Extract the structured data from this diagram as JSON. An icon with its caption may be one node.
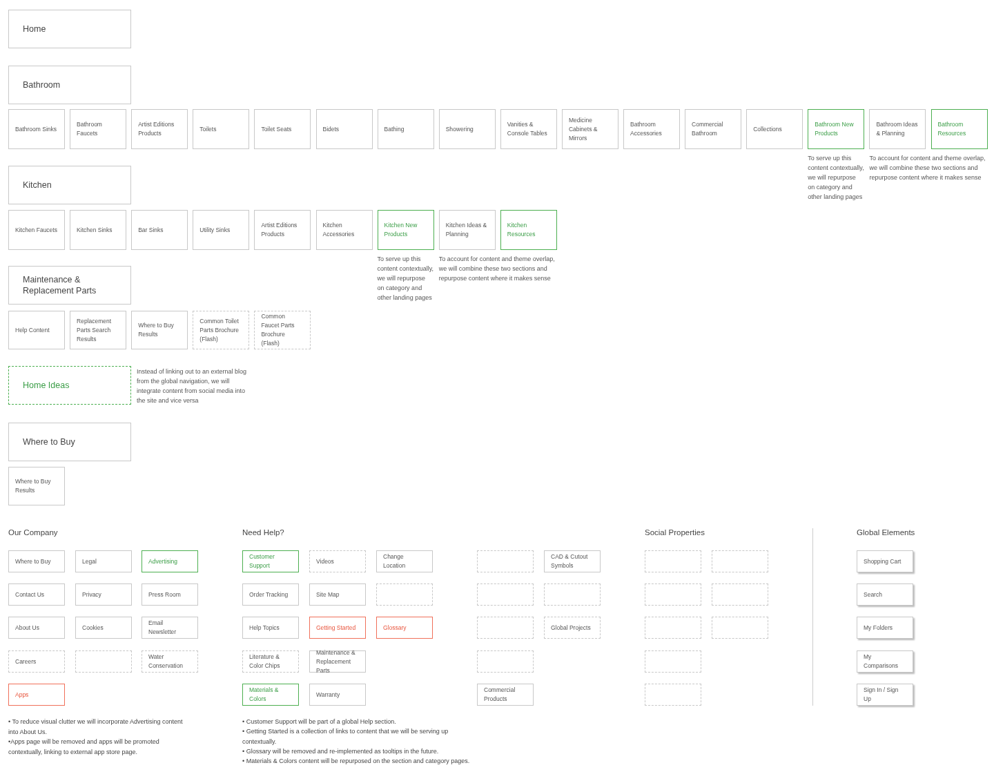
{
  "diagram": {
    "nodes": [
      {
        "text": [
          "Home"
        ]
      },
      {
        "text": [
          "Bathroom"
        ]
      },
      {
        "text": [
          "Bathroom Sinks"
        ]
      },
      {
        "text": [
          "Bathroom Faucets"
        ]
      },
      {
        "text": [
          "Artist Editions Products"
        ]
      },
      {
        "text": [
          "Toilets"
        ]
      },
      {
        "text": [
          "Toilet Seats"
        ]
      },
      {
        "text": [
          "Bidets"
        ]
      },
      {
        "text": [
          "Bathing"
        ]
      },
      {
        "text": [
          "Showering"
        ]
      },
      {
        "text": [
          "Vanities & Console Tables"
        ]
      },
      {
        "text": [
          "Medicine Cabinets & Mirrors"
        ]
      },
      {
        "text": [
          "Bathroom Accessories"
        ]
      },
      {
        "text": [
          "Commercial Bathroom"
        ]
      },
      {
        "text": [
          "Collections"
        ]
      },
      {
        "text": [
          "Bathroom New Products"
        ],
        "beside": [
          "To serve up this content contextually, we will repurpose on category and other landing pages"
        ]
      },
      {
        "text": [
          "Bathroom Ideas & Planning"
        ],
        "beside": [
          "To account for content and theme overlap, we will combine these two sections and repurpose content where it makes sense"
        ]
      },
      {
        "text": [
          "Bathroom Resources"
        ]
      },
      {
        "text": [
          "Kitchen"
        ]
      },
      {
        "text": [
          "Kitchen Faucets"
        ]
      },
      {
        "text": [
          "Kitchen Sinks"
        ]
      },
      {
        "text": [
          "Bar Sinks"
        ]
      },
      {
        "text": [
          "Utility Sinks"
        ]
      },
      {
        "text": [
          "Artist Editions Products"
        ]
      },
      {
        "text": [
          "Kitchen Accessories"
        ]
      },
      {
        "text": [
          "Kitchen New Products"
        ],
        "beside": [
          "To serve up this content contextually, we will repurpose on category and other landing pages"
        ]
      },
      {
        "text": [
          "Kitchen Ideas & Planning"
        ],
        "beside": [
          "To account for content and theme overlap, we will combine these two sections and repurpose content where it makes sense"
        ]
      },
      {
        "text": [
          "Kitchen Resources"
        ]
      },
      {
        "text": [
          "Maintenance & Replacement Parts"
        ]
      },
      {
        "text": [
          "Help Content"
        ]
      },
      {
        "text": [
          "Replacement Parts Search Results"
        ]
      },
      {
        "text": [
          "Where to Buy Results"
        ]
      },
      {
        "text": [
          "Common Toilet Parts Brochure (Flash)"
        ]
      },
      {
        "text": [
          "Common Faucet Parts Brochure (Flash)"
        ]
      },
      {
        "text": [
          "Home Ideas"
        ],
        "beside": [
          "Instead of linking out to an external blog from the global navigation, we will integrate content from social media into the site and vice versa"
        ]
      },
      {
        "text": [
          "Where to Buy"
        ]
      },
      {
        "text": [
          "Where to Buy Results"
        ]
      },
      {
        "text": [
          "Where to Buy"
        ]
      },
      {
        "text": [
          "Legal"
        ]
      },
      {
        "text": [
          "Advertising"
        ]
      },
      {
        "text": [
          "Contact Us"
        ]
      },
      {
        "text": [
          "Privacy"
        ]
      },
      {
        "text": [
          "Press Room"
        ]
      },
      {
        "text": [
          "About Us"
        ]
      },
      {
        "text": [
          "Cookies"
        ]
      },
      {
        "text": [
          "Email Newsletter"
        ]
      },
      {
        "text": [
          "Careers"
        ]
      },
      {
        "text": [],
        "shape": "box"
      },
      {
        "text": [
          "Water Conservation"
        ]
      },
      {
        "text": [
          "Apps"
        ]
      },
      {
        "text": [
          "Customer Support"
        ]
      },
      {
        "text": [
          "Videos"
        ]
      },
      {
        "text": [
          "Change Location"
        ]
      },
      {
        "text": [
          "Order Tracking"
        ]
      },
      {
        "text": [
          "Site Map"
        ]
      },
      {
        "text": [],
        "shape": "box"
      },
      {
        "text": [
          "Help Topics"
        ]
      },
      {
        "text": [
          "Getting Started"
        ]
      },
      {
        "text": [
          "Glossary"
        ]
      },
      {
        "text": [
          "Literature & Color Chips"
        ]
      },
      {
        "text": [
          "Maintenance & Replacement Parts"
        ]
      },
      {
        "text": [
          "Materials & Colors"
        ]
      },
      {
        "text": [
          "Warranty"
        ]
      },
      {
        "text": [],
        "shape": "box"
      },
      {
        "text": [
          "CAD & Cutout Symbols"
        ]
      },
      {
        "text": [],
        "shape": "box"
      },
      {
        "text": [],
        "shape": "box"
      },
      {
        "text": [],
        "shape": "box"
      },
      {
        "text": [
          "Global Projects"
        ]
      },
      {
        "text": [],
        "shape": "box"
      },
      {
        "text": [
          "Commercial Products"
        ]
      },
      {
        "text": [],
        "shape": "box"
      },
      {
        "text": [],
        "shape": "box"
      },
      {
        "text": [],
        "shape": "box"
      },
      {
        "text": [],
        "shape": "box"
      },
      {
        "text": [],
        "shape": "box"
      },
      {
        "text": [],
        "shape": "box"
      },
      {
        "text": [],
        "shape": "box"
      },
      {
        "text": [],
        "shape": "box"
      },
      {
        "text": [
          "Shopping Cart"
        ]
      },
      {
        "text": [
          "Search"
        ]
      },
      {
        "text": [
          "My Folders"
        ]
      },
      {
        "text": [
          "My Comparisons"
        ]
      },
      {
        "text": [
          "Sign In / Sign Up"
        ]
      }
    ],
    "labels": [
      "Our Company",
      "Need Help?",
      "Social Properties",
      "Global Elements",
      "• To reduce visual clutter we will incorporate Advertising content into About Us.",
      "•Apps page will be removed and apps will be promoted contextually, linking to external app store page.",
      "• Customer Support will be part of a global Help section.",
      "• Getting Started is a collection of links to content that we will be serving up contextually.",
      "• Glossary will be removed and re-implemented as tooltips in the future.",
      "• Materials & Colors content will be repurposed on the section and category pages."
    ]
  }
}
